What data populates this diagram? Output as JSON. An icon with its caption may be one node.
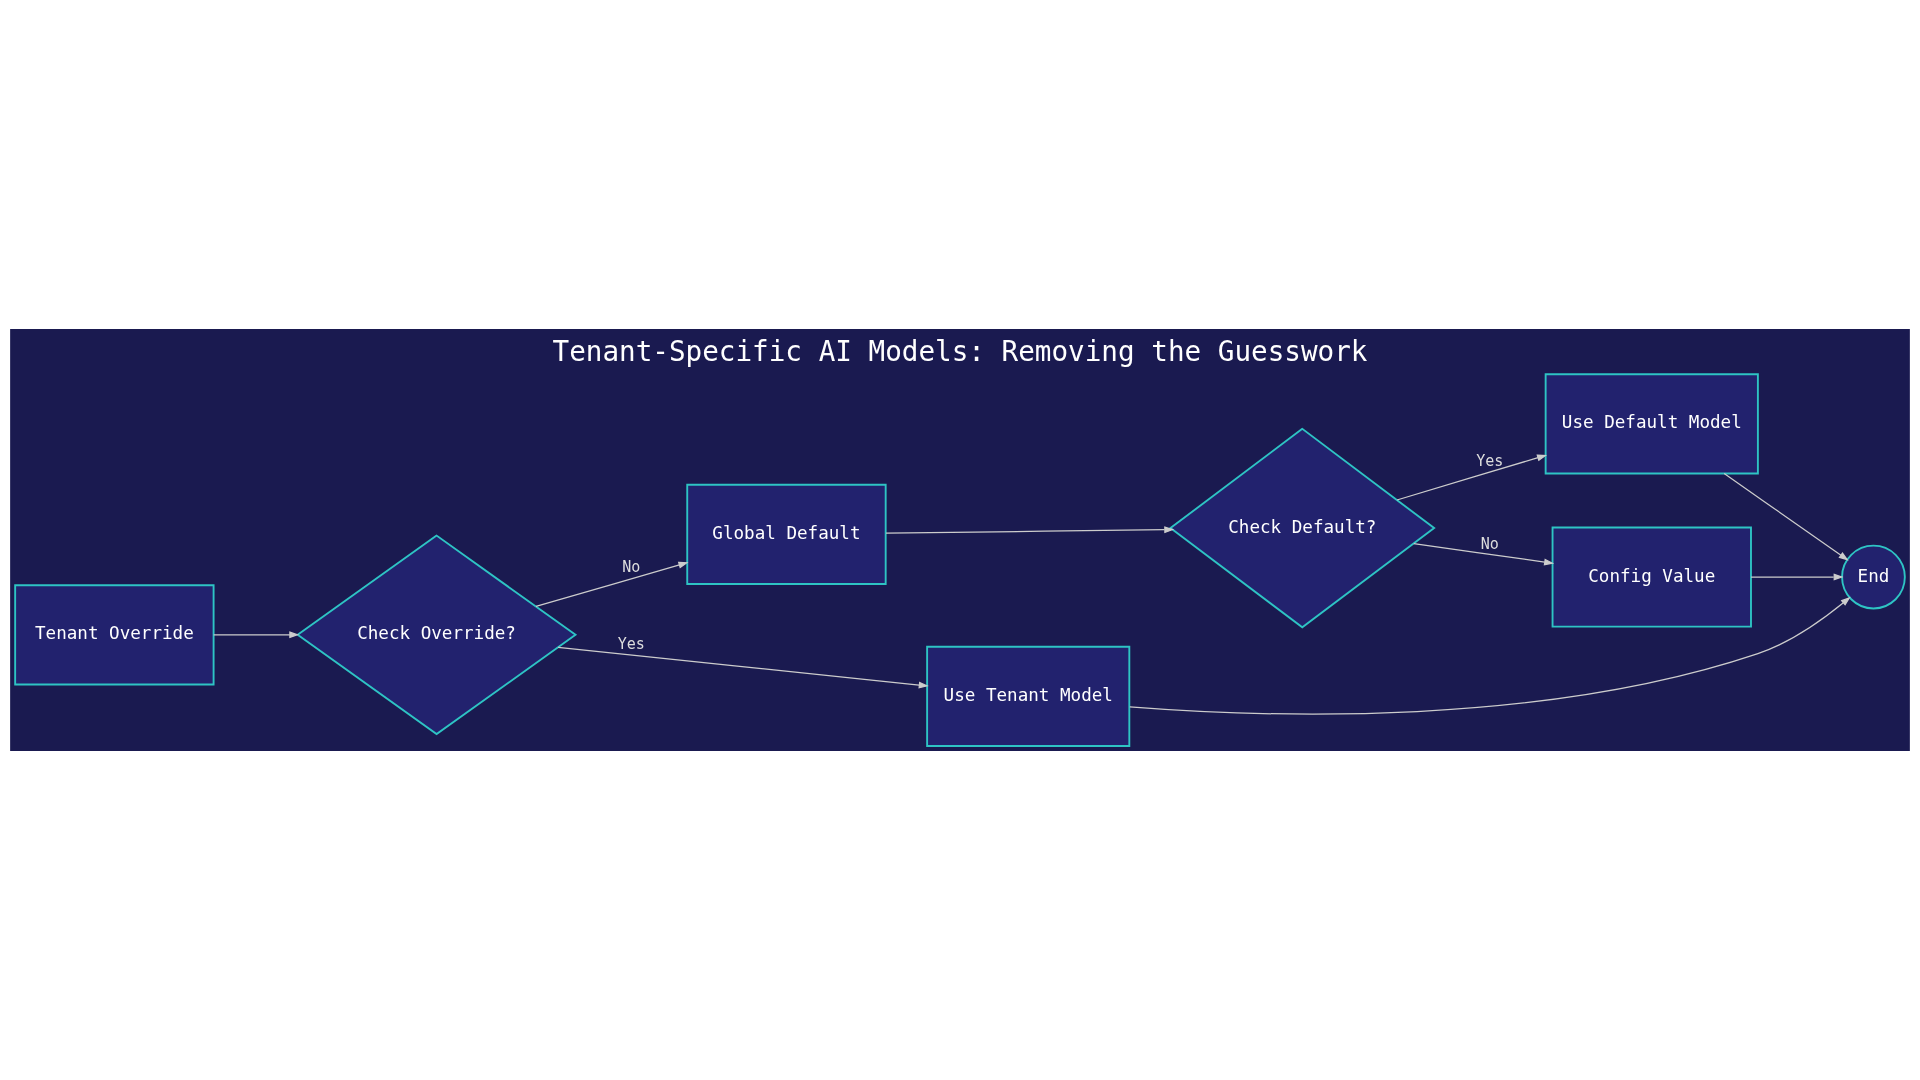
{
  "diagram": {
    "title": "Tenant-Specific AI Models: Removing the Guesswork",
    "nodes": [
      {
        "text": [
          "Tenant Override"
        ]
      },
      {
        "text": [
          "Check Override?"
        ]
      },
      {
        "text": [
          "Global Default"
        ]
      },
      {
        "text": [
          "Check Default?"
        ]
      },
      {
        "text": [
          "Use Default Model"
        ]
      },
      {
        "text": [
          "Config Value"
        ]
      },
      {
        "text": [
          "Use Tenant Model"
        ]
      },
      {
        "text": [
          "End"
        ]
      }
    ],
    "edges": [
      {
        "from": 0,
        "to": 1,
        "arrow": "to"
      },
      {
        "from": 1,
        "to": 2,
        "label": "No",
        "arrow": "to"
      },
      {
        "from": 1,
        "to": 6,
        "label": "Yes",
        "arrow": "to"
      },
      {
        "from": 2,
        "to": 3,
        "arrow": "to"
      },
      {
        "from": 3,
        "to": 4,
        "label": "Yes",
        "arrow": "to"
      },
      {
        "from": 3,
        "to": 5,
        "label": "No",
        "arrow": "to"
      },
      {
        "from": 4,
        "to": 7,
        "arrow": "to"
      },
      {
        "from": 5,
        "to": 7,
        "arrow": "to"
      },
      {
        "from": 6,
        "to": 7,
        "arrow": "to"
      }
    ]
  }
}
